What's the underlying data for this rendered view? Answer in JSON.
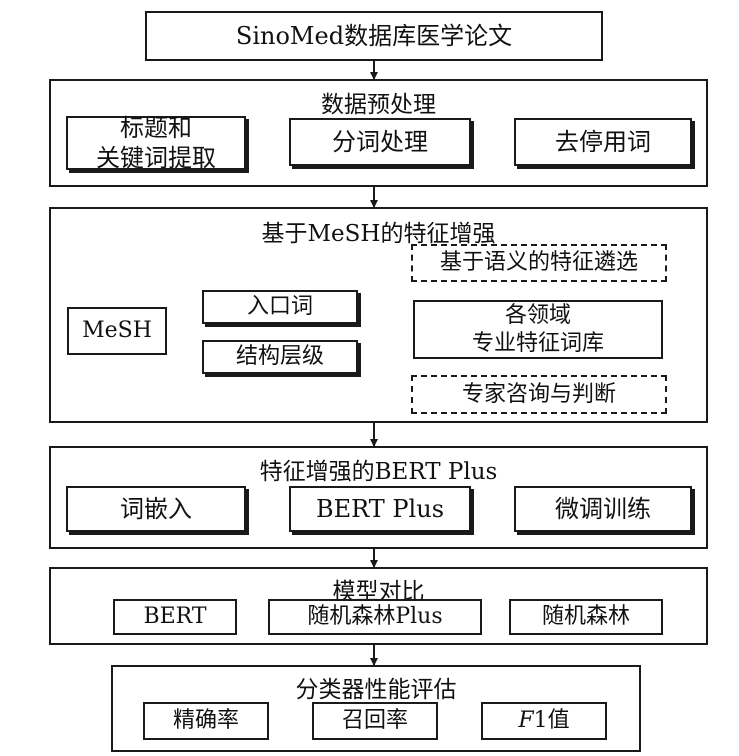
{
  "diagram": {
    "source": "SinoMed数据库医学论文",
    "preprocessing": {
      "title": "数据预处理",
      "steps": [
        "标题和\n关键词提取",
        "分词处理",
        "去停用词"
      ]
    },
    "mesh_enhancement": {
      "title": "基于MeSH的特征增强",
      "mesh": "MeSH",
      "entry_terms": "入口词",
      "tree_levels": "结构层级",
      "semantic_filter": "基于语义的特征遴选",
      "domain_lexicon": "各领域\n专业特征词库",
      "expert_consult": "专家咨询与判断"
    },
    "bert_plus": {
      "title": "特征增强的BERT Plus",
      "steps": [
        "词嵌入",
        "BERT Plus",
        "微调训练"
      ]
    },
    "model_comparison": {
      "title": "模型对比",
      "models": [
        "BERT",
        "随机森林Plus",
        "随机森林"
      ]
    },
    "evaluation": {
      "title": "分类器性能评估",
      "metrics": [
        "精确率",
        "召回率"
      ],
      "f1_italic": "F",
      "f1_rest": "1值"
    }
  }
}
